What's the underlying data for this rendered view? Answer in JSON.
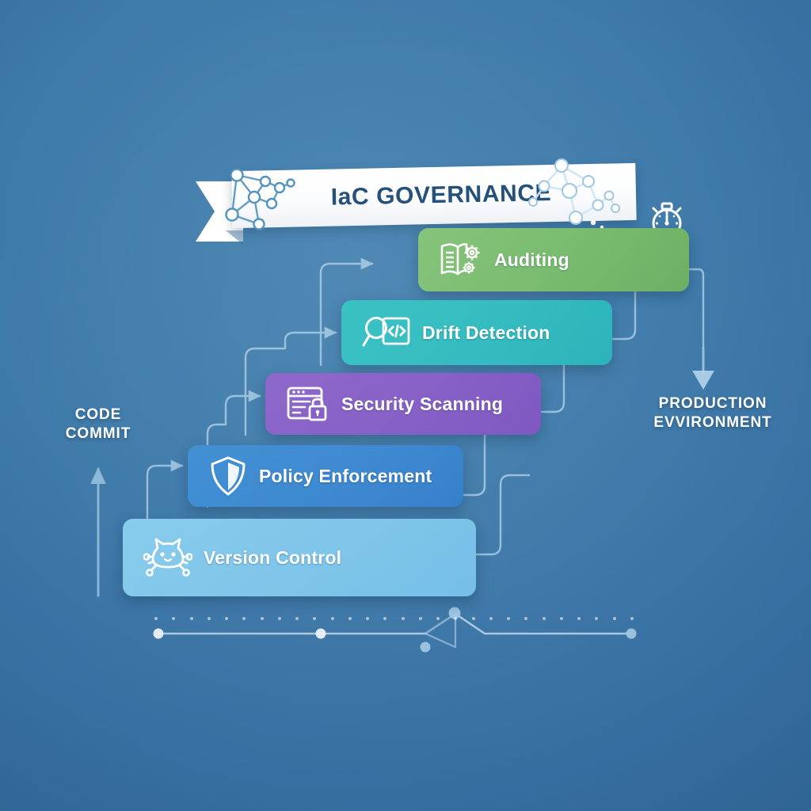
{
  "banner": {
    "title": "IaC GOVERNANCE",
    "left_decoration_icon": "network-graph-icon",
    "right_decoration_icon": "network-graph-icon",
    "ribbon_color": "#ffffff",
    "title_color": "#1e4b76"
  },
  "theme": {
    "background_color": "#3d79a9",
    "connector_color": "#b9d8ef",
    "label_color": "#ffffff"
  },
  "side_labels": {
    "input": {
      "line1": "CODE",
      "line2": "COMMIT",
      "arrow_icon": "arrow-up-icon"
    },
    "output": {
      "line1": "PRODUCTION",
      "line2": "EVVIRONMENT",
      "arrow_icon": "arrow-down-icon"
    }
  },
  "badge": {
    "icon": "stopwatch-icon"
  },
  "stages": [
    {
      "label": "Auditing",
      "icon": "book-gears-icon",
      "color": "#74b96a",
      "order": 5
    },
    {
      "label": "Drift Detection",
      "icon": "magnifier-code-icon",
      "color": "#2cb9bd",
      "order": 4
    },
    {
      "label": "Security Scanning",
      "icon": "browser-lock-icon",
      "color": "#8159c4",
      "order": 3
    },
    {
      "label": "Policy Enforcement",
      "icon": "shield-icon",
      "color": "#3785cf",
      "order": 2
    },
    {
      "label": "Version Control",
      "icon": "git-cat-icon",
      "color": "#7cc4e9",
      "order": 1
    }
  ],
  "footer_decoration": {
    "type": "pulse-line",
    "node_count": 5,
    "dot_count": 28
  }
}
